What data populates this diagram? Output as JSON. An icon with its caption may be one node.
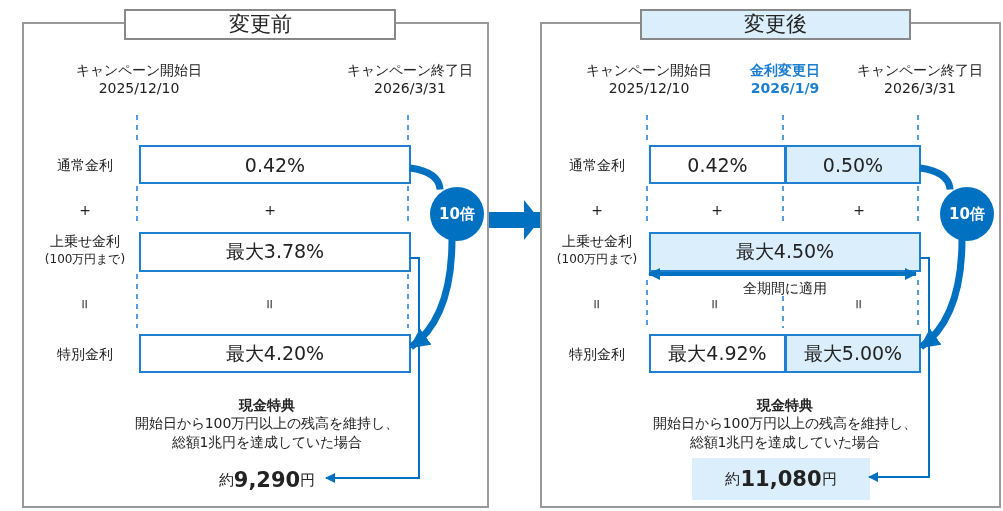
{
  "diagram": {
    "nodes": [
      {
        "text": [
          "変更前"
        ]
      },
      {
        "text": [
          "0.42%"
        ],
        "in": 0
      },
      {
        "text": [
          "最大3.78%"
        ],
        "in": 0
      },
      {
        "text": [
          "最大4.20%"
        ],
        "in": 0
      },
      {
        "text": [
          "10倍"
        ],
        "in": 0
      },
      {
        "text": [
          "約**9,290**円"
        ],
        "in": 0
      },
      {
        "text": [
          "変更後"
        ]
      },
      {
        "text": [
          "0.42%"
        ],
        "in": 6
      },
      {
        "text": [
          "0.50%"
        ],
        "in": 6
      },
      {
        "text": [
          "最大4.50%"
        ],
        "in": 6
      },
      {
        "text": [
          "最大4.92%"
        ],
        "in": 6
      },
      {
        "text": [
          "最大5.00%"
        ],
        "in": 6
      },
      {
        "text": [
          "10倍"
        ],
        "in": 6
      },
      {
        "text": [
          "約**11,080**円"
        ],
        "in": 6
      }
    ],
    "edges": [
      {
        "from": 0,
        "to": 6,
        "arrow": "to",
        "style": "thick"
      },
      {
        "from": 1,
        "to": 4,
        "arrow": "none"
      },
      {
        "from": 4,
        "to": 3,
        "arrow": "to"
      },
      {
        "from": 2,
        "to": 5,
        "arrow": "to"
      },
      {
        "from": 8,
        "to": 12,
        "arrow": "none"
      },
      {
        "from": 12,
        "to": 11,
        "arrow": "to"
      },
      {
        "from": 9,
        "to": 13,
        "arrow": "to"
      }
    ],
    "labels": [
      "キャンペーン開始日",
      "2025/12/10",
      "キャンペーン終了日",
      "2026/3/31",
      "通常金利",
      "+",
      "+",
      "上乗せ金利",
      "(100万円まで)",
      "＝",
      "＝",
      "特別金利",
      "現金特典",
      "開始日から100万円以上の残高を維持し、総額1兆円を達成していた場合",
      "キャンペーン開始日",
      "2025/12/10",
      "金利変更日",
      "2026/1/9",
      "キャンペーン終了日",
      "2026/3/31",
      "通常金利",
      "+",
      "+",
      "+",
      "上乗せ金利",
      "(100万円まで)",
      "全期間に適用",
      "＝",
      "＝",
      "＝",
      "特別金利",
      "現金特典",
      "開始日から100万円以上の残高を維持し、総額1兆円を達成していた場合"
    ]
  }
}
